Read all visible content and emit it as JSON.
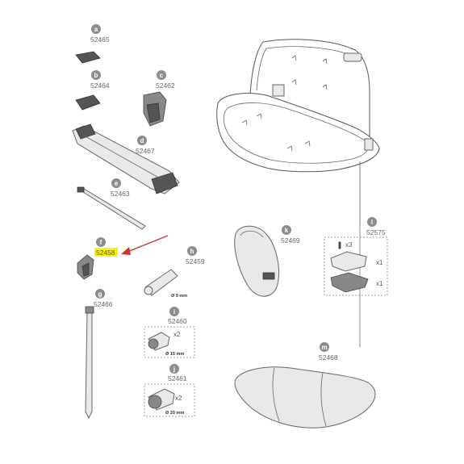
{
  "parts": [
    {
      "letter": "a",
      "code": "52465"
    },
    {
      "letter": "b",
      "code": "52464"
    },
    {
      "letter": "c",
      "code": "52462"
    },
    {
      "letter": "d",
      "code": "52467"
    },
    {
      "letter": "e",
      "code": "52463"
    },
    {
      "letter": "f",
      "code": "52458",
      "highlighted": true
    },
    {
      "letter": "g",
      "code": "52466"
    },
    {
      "letter": "h",
      "code": "52459",
      "dimension": "Ø 9 mm"
    },
    {
      "letter": "i",
      "code": "52460",
      "quantity": "x2",
      "dimension": "Ø 15 mm"
    },
    {
      "letter": "j",
      "code": "52461",
      "quantity": "x2",
      "dimension": "Ø 20 mm"
    },
    {
      "letter": "k",
      "code": "52469"
    },
    {
      "letter": "l",
      "code": "52575",
      "quantities": [
        "x3",
        "x1",
        "x1"
      ]
    },
    {
      "letter": "m",
      "code": "52468"
    }
  ],
  "colors": {
    "badge": "#8c8c8c",
    "highlight": "#fff200",
    "arrow": "#d32f2f",
    "line": "#555555"
  }
}
